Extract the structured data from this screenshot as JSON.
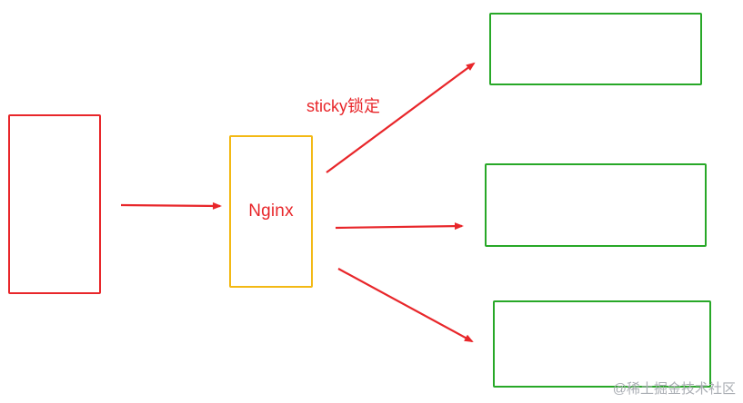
{
  "diagram": {
    "nginx_label": "Nginx",
    "sticky_label": "sticky锁定",
    "watermark": "@稀土掘金技术社区",
    "colors": {
      "client": "#e8262a",
      "proxy": "#f3b915",
      "server": "#28a828",
      "arrow": "#e8262a",
      "label": "#e8262a"
    }
  }
}
